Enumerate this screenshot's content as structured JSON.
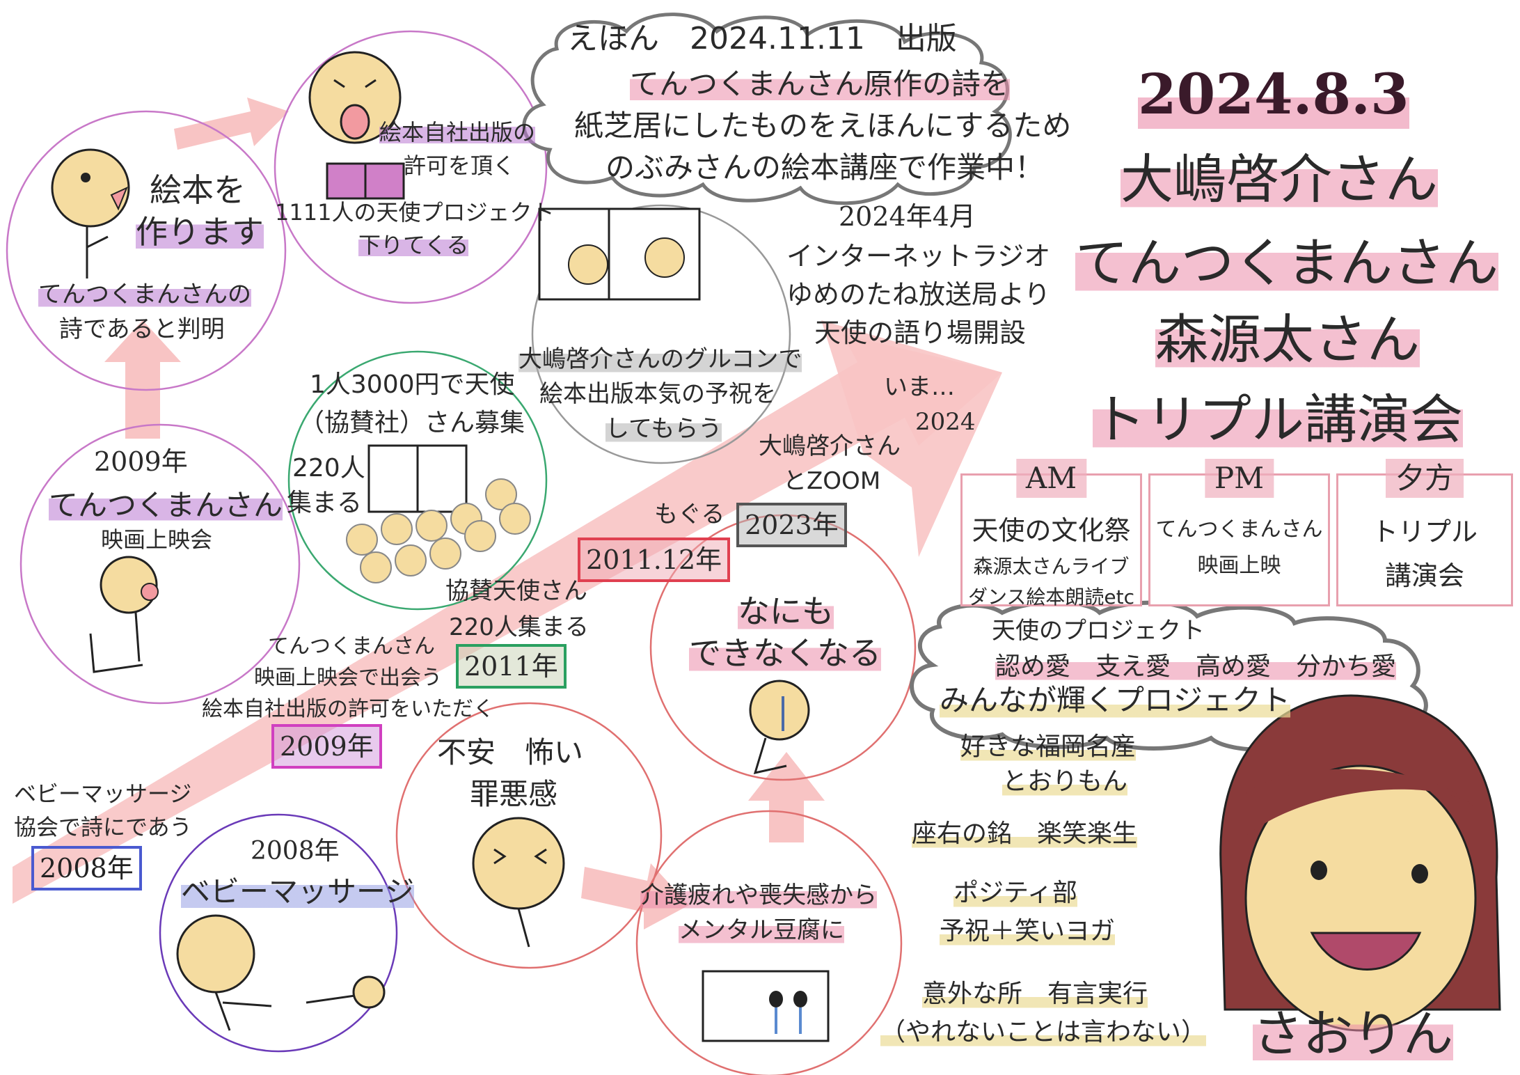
{
  "header": {
    "date": "2024.8.3",
    "speaker1": "大嶋啓介さん",
    "speaker2": "てんつくまんさん",
    "speaker3": "森源太さん",
    "event": "トリプル講演会"
  },
  "schedule": [
    {
      "tab": "AM",
      "title": "天使の文化祭",
      "lines": [
        "森源太さんライブ",
        "ダンス絵本朗読etc"
      ]
    },
    {
      "tab": "PM",
      "title": "てんつくまんさん",
      "lines": [
        "映画上映"
      ]
    },
    {
      "tab": "夕方",
      "title": "トリプル",
      "lines": [
        "講演会"
      ]
    }
  ],
  "book_cloud": {
    "line1": "えほん　2024.11.11　出版",
    "line2": "てんつくまんさん原作の詩を",
    "line3": "紙芝居にしたものをえほんにするため",
    "line4": "のぶみさんの絵本講座で作業中！"
  },
  "radio": {
    "date": "2024年4月",
    "line1": "インターネットラジオ",
    "line2": "ゆめのたね放送局より",
    "line3": "天使の語り場開設"
  },
  "arrow_labels": {
    "ima": "いま…",
    "y2024": "2024",
    "zoom1": "大嶋啓介さん",
    "zoom2": "とZOOM",
    "mogu": "もぐる",
    "sponsor1": "協賛天使さん",
    "sponsor2": "220人集まる",
    "meet1": "てんつくまんさん",
    "meet2": "映画上映会で出会う",
    "meet3": "絵本自社出版の許可をいただく",
    "baby1": "ベビーマッサージ",
    "baby2": "協会で詩にであう"
  },
  "years": {
    "y2008": "2008年",
    "y2009": "2009年",
    "y2011": "2011年",
    "y201112": "2011.12年",
    "y2023": "2023年"
  },
  "circles": {
    "make_book": {
      "line1": "絵本を",
      "line2": "作ります",
      "note1": "てんつくまんさんの",
      "note2": "詩であると判明"
    },
    "permission": {
      "line1": "絵本自社出版の",
      "line2": "許可を頂く",
      "line3": "1111人の天使プロジェクト",
      "line4": "下りてくる"
    },
    "grucon": {
      "line1": "大嶋啓介さんのグルコンで",
      "line2": "絵本出版本気の予祝を",
      "line3": "してもらう"
    },
    "angels": {
      "line1": "1人3000円で天使",
      "line2": "（協賛社）さん募集",
      "count1": "220人",
      "count2": "集まる"
    },
    "movie2009": {
      "year": "2009年",
      "line1": "てんつくまんさん",
      "line2": "映画上映会"
    },
    "baby2008": {
      "year": "2008年",
      "line1": "ベビーマッサージ"
    },
    "anxiety": {
      "line1": "不安　怖い",
      "line2": "罪悪感"
    },
    "nothing": {
      "line1": "なにも",
      "line2": "できなくなる"
    },
    "mental": {
      "line1": "介護疲れや喪失感から",
      "line2": "メンタル豆腐に"
    }
  },
  "project_cloud": {
    "title": "天使のプロジェクト",
    "loves": "認め愛　支え愛　高め愛　分かち愛",
    "tagline": "みんなが輝くプロジェクト"
  },
  "profile": {
    "fav1": "好きな福岡名産",
    "fav2": "とおりもん",
    "motto": "座右の銘　楽笑楽生",
    "club1": "ポジティ部",
    "club2": "予祝＋笑いヨガ",
    "unexpected1": "意外な所　有言実行",
    "unexpected2": "（やれないことは言わない）",
    "name": "さおりん"
  },
  "colors": {
    "arrow": "#f8c4c4",
    "face": "#f5dca0",
    "hair": "#8a3a3a",
    "accent_pink": "#e8a0ae"
  }
}
